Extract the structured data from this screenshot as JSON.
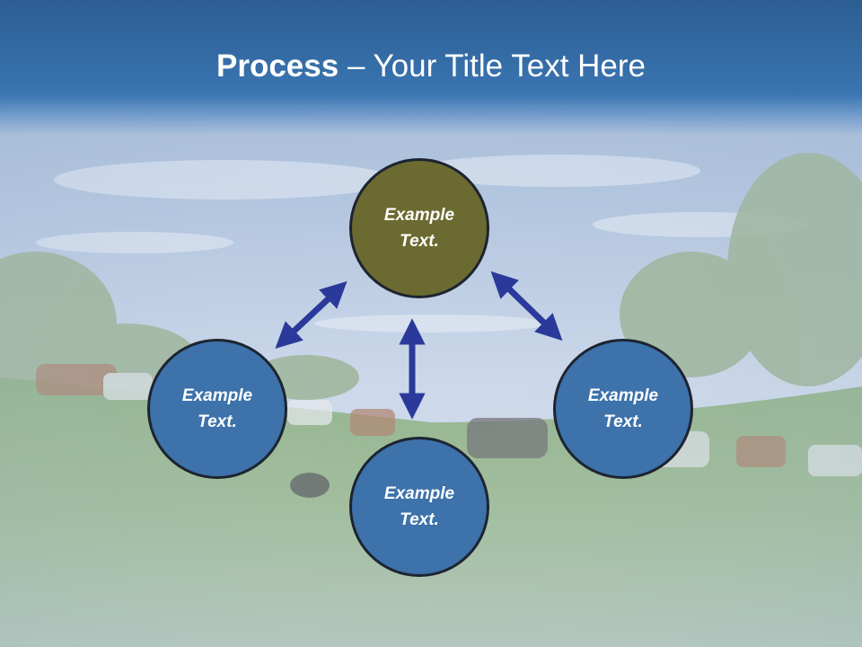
{
  "slide": {
    "title_bold": "Process",
    "title_rest": " – Your Title Text Here"
  },
  "colors": {
    "title_bar": "#3a75b2",
    "circle_blue": "#3d72aa",
    "circle_olive": "#6b6a30",
    "arrow": "#2b3a9a"
  },
  "nodes": [
    {
      "id": "top",
      "line1": "Example",
      "line2": "Text."
    },
    {
      "id": "left",
      "line1": "Example",
      "line2": "Text."
    },
    {
      "id": "bottom",
      "line1": "Example",
      "line2": "Text."
    },
    {
      "id": "right",
      "line1": "Example",
      "line2": "Text."
    }
  ],
  "edges": [
    {
      "from": "top",
      "to": "left"
    },
    {
      "from": "top",
      "to": "bottom"
    },
    {
      "from": "top",
      "to": "right"
    }
  ]
}
